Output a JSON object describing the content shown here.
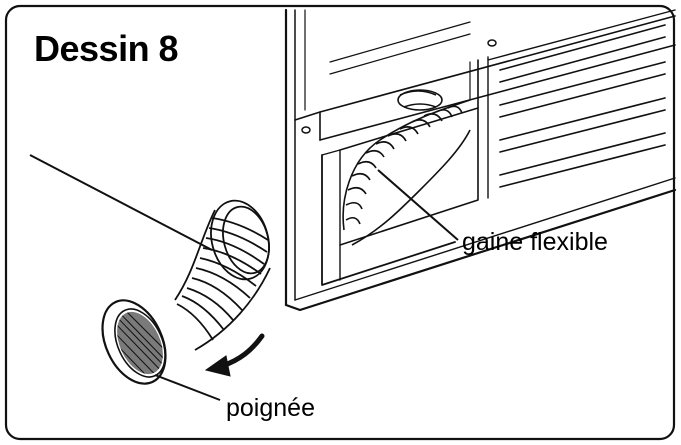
{
  "figure": {
    "title": "Dessin 8",
    "labels": {
      "duct": "gaine flexible",
      "handle": "poignée"
    }
  }
}
